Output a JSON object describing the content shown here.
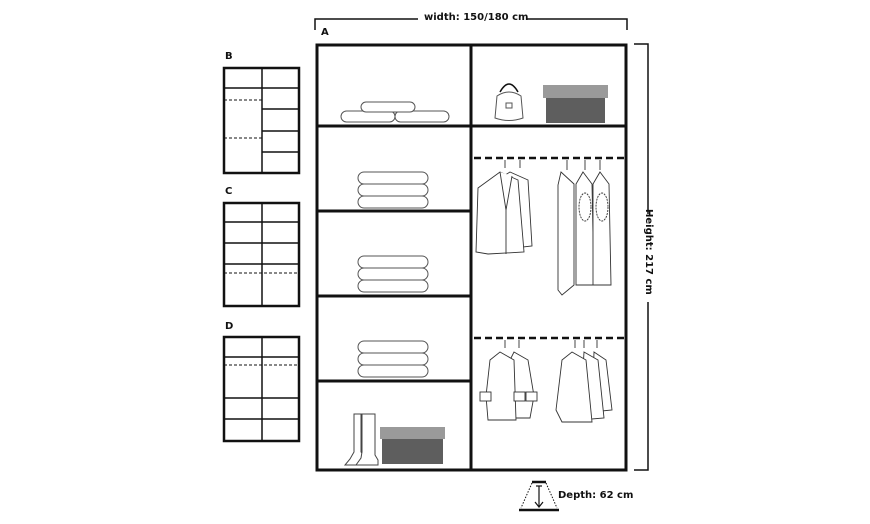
{
  "dimensions": {
    "width_label": "width: 150/180 cm",
    "height_label": "Height: 217 cm",
    "depth_label": "Depth: 62 cm"
  },
  "variants": [
    {
      "id": "A",
      "label": "A",
      "description": "Main layout: left column 5 shelves, right column top shelf + two hanging rails"
    },
    {
      "id": "B",
      "label": "B",
      "description": "Left: top shelf + two hanging rails; right: 5 shelves"
    },
    {
      "id": "C",
      "label": "C",
      "description": "Both columns: 4 shelves + hanging rail at bottom"
    },
    {
      "id": "D",
      "label": "D",
      "description": "Both columns: top shelf, hanging rail, 2 lower shelves"
    }
  ],
  "main_wardrobe": {
    "left_compartments": [
      "folded-towels",
      "folded-clothes",
      "folded-clothes",
      "folded-clothes",
      "boots-and-shoebox"
    ],
    "right_compartments": [
      "handbag-and-box",
      "hanging-jackets-and-dresses",
      "hanging-coats"
    ]
  },
  "colors": {
    "frame": "#111111",
    "box_lid": "#9a9a9a",
    "box_body": "#5e5e5e",
    "item_stroke": "#555555"
  }
}
